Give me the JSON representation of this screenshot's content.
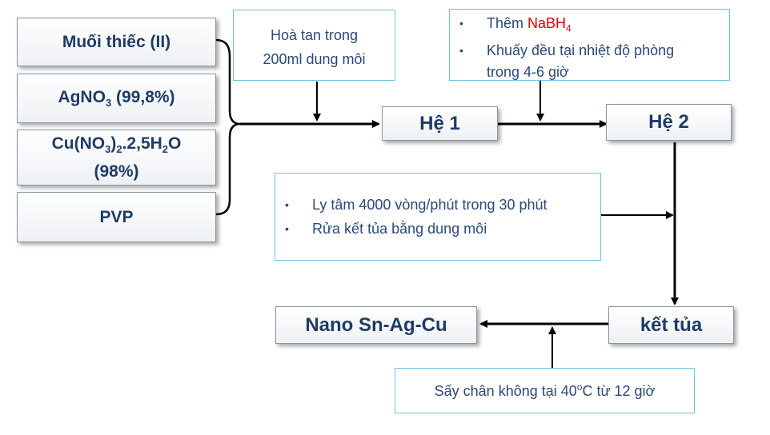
{
  "inputs": {
    "tin_salt": "Muối thiếc (II)",
    "agno3_formula": "AgNO",
    "agno3_sub": "3",
    "agno3_purity": " (99,8%)",
    "cu_a": "Cu(NO",
    "cu_sub1": "3",
    "cu_b": ")",
    "cu_sub2": "2",
    "cu_c": ".2,5H",
    "cu_sub3": "2",
    "cu_d": "O",
    "cu_purity": "(98%)",
    "pvp": "PVP"
  },
  "step1": {
    "note_line1": "Hoà tan trong",
    "note_line2": "200ml dung môi",
    "system": "Hệ 1"
  },
  "step2": {
    "note_item1_prefix": "Thêm ",
    "note_item1_reagent": "NaBH",
    "note_item1_sub": "4",
    "note_item2_line1": "Khuấy đều tại nhiệt độ phòng",
    "note_item2_line2": "trong 4-6 giờ",
    "system": "Hệ 2"
  },
  "step3": {
    "note_item1": "Ly tâm 4000 vòng/phút trong 30 phút",
    "note_item2": "Rửa kết tủa bằng dung môi",
    "precipitate": "kết tủa"
  },
  "step4": {
    "note_prefix": "Sấy chân không tại 40",
    "note_sup": "o",
    "note_suffix": "C từ 12 giờ",
    "product": "Nano Sn-Ag-Cu"
  },
  "colors": {
    "box_text": "#1f3b66",
    "note_border": "#6fc3dd",
    "highlight": "#e00000"
  }
}
